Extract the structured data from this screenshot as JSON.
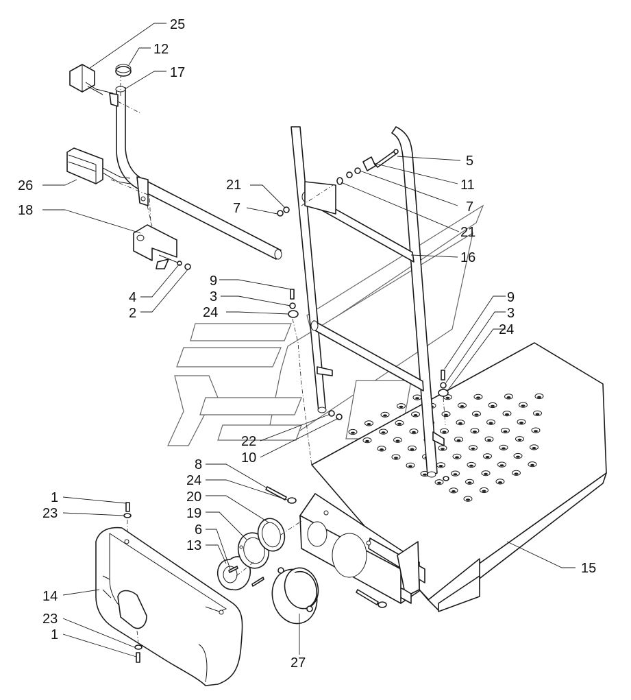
{
  "labels": [
    {
      "id": "l25",
      "text": "25"
    },
    {
      "id": "l12",
      "text": "12"
    },
    {
      "id": "l17",
      "text": "17"
    },
    {
      "id": "l26",
      "text": "26"
    },
    {
      "id": "l18",
      "text": "18"
    },
    {
      "id": "l4",
      "text": "4"
    },
    {
      "id": "l2",
      "text": "2"
    },
    {
      "id": "l21a",
      "text": "21"
    },
    {
      "id": "l7a",
      "text": "7"
    },
    {
      "id": "l5",
      "text": "5"
    },
    {
      "id": "l11",
      "text": "11"
    },
    {
      "id": "l7b",
      "text": "7"
    },
    {
      "id": "l21b",
      "text": "21"
    },
    {
      "id": "l16",
      "text": "16"
    },
    {
      "id": "l9a",
      "text": "9"
    },
    {
      "id": "l3a",
      "text": "3"
    },
    {
      "id": "l24a",
      "text": "24"
    },
    {
      "id": "l9b",
      "text": "9"
    },
    {
      "id": "l3b",
      "text": "3"
    },
    {
      "id": "l24b",
      "text": "24"
    },
    {
      "id": "l22",
      "text": "22"
    },
    {
      "id": "l10",
      "text": "10"
    },
    {
      "id": "l8",
      "text": "8"
    },
    {
      "id": "l24c",
      "text": "24"
    },
    {
      "id": "l20",
      "text": "20"
    },
    {
      "id": "l19",
      "text": "19"
    },
    {
      "id": "l6",
      "text": "6"
    },
    {
      "id": "l13",
      "text": "13"
    },
    {
      "id": "l1a",
      "text": "1"
    },
    {
      "id": "l23a",
      "text": "23"
    },
    {
      "id": "l14",
      "text": "14"
    },
    {
      "id": "l23b",
      "text": "23"
    },
    {
      "id": "l1b",
      "text": "1"
    },
    {
      "id": "l15",
      "text": "15"
    },
    {
      "id": "l27",
      "text": "27"
    }
  ],
  "icons": {
    "watermark": "logo-watermark-icon"
  }
}
